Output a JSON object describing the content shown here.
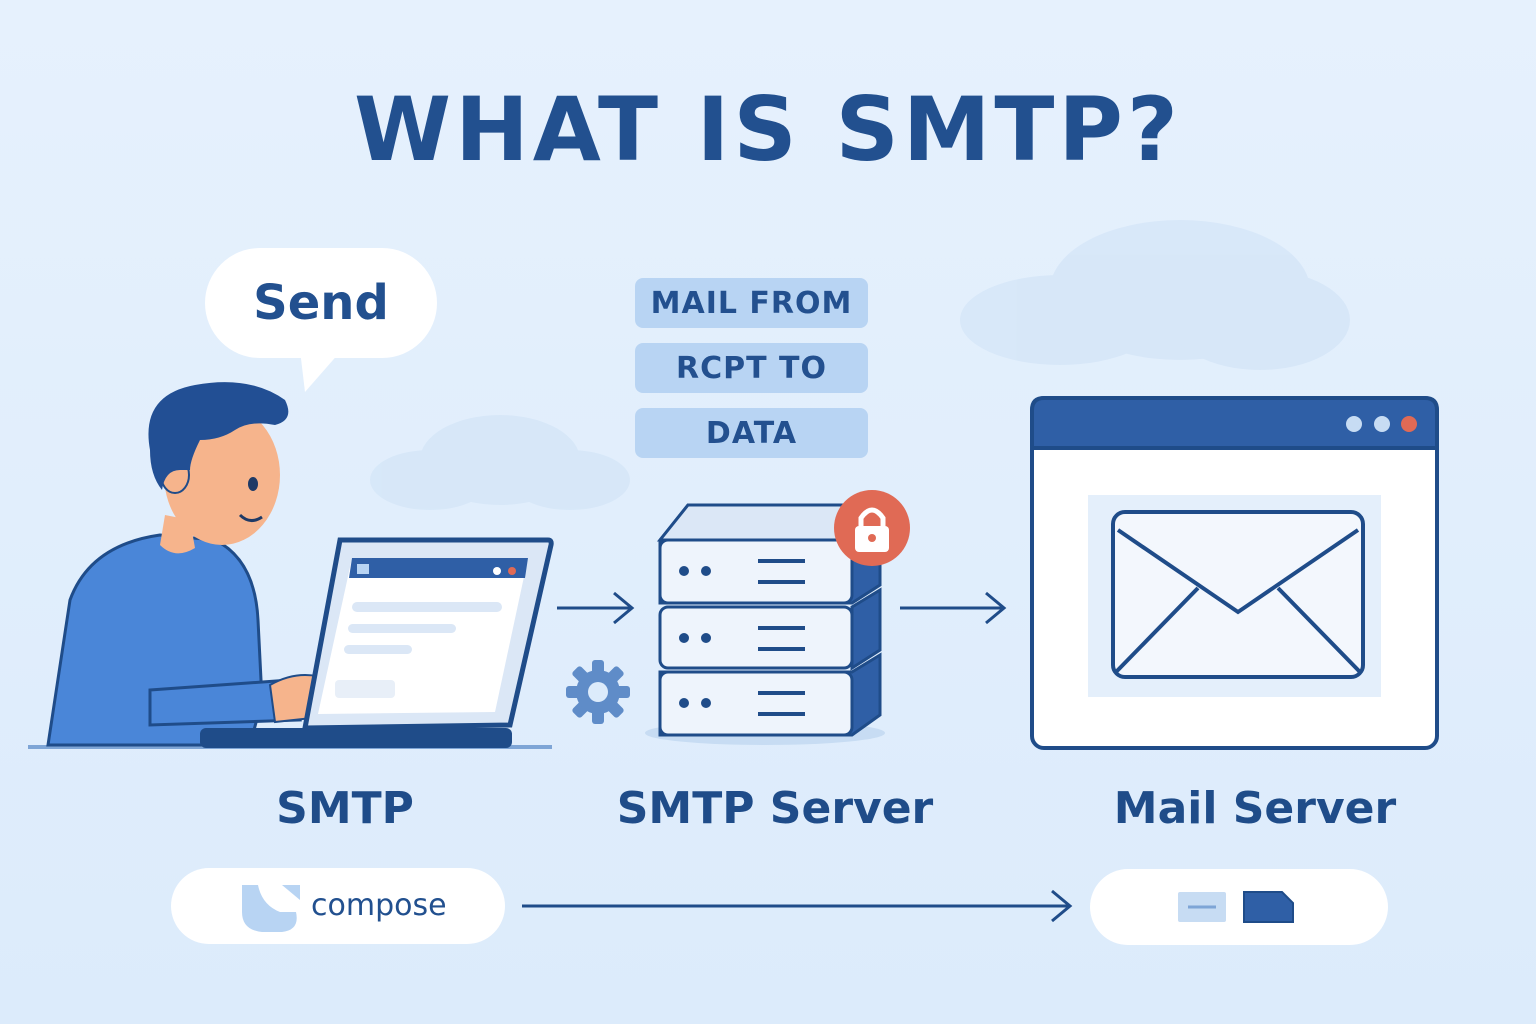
{
  "title": "WHAT IS SMTP?",
  "bubble": {
    "text": "Send"
  },
  "commands": [
    "MAIL FROM",
    "RCPT TO",
    "DATA"
  ],
  "labels": {
    "client": "SMTP",
    "server": "SMTP Server",
    "mail_server": "Mail Server"
  },
  "bottom_flow": {
    "compose_text": "compose"
  },
  "icons": {
    "lock": "padlock-icon",
    "gear": "gear-icon",
    "envelope": "envelope-icon",
    "server": "server-stack-icon"
  },
  "colors": {
    "primary": "#22508f",
    "accent_red": "#e06a55",
    "light_blue": "#b8d4f3"
  }
}
